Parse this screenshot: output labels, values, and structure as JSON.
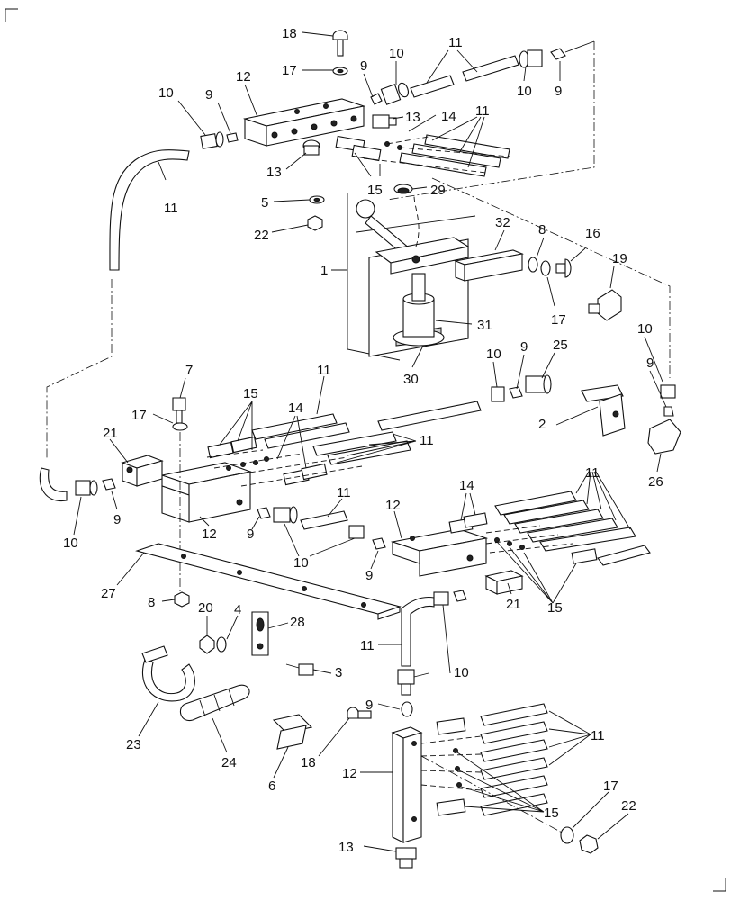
{
  "callouts": [
    {
      "text": "18"
    },
    {
      "text": "17"
    },
    {
      "text": "11"
    },
    {
      "text": "10"
    },
    {
      "text": "9"
    },
    {
      "text": "12"
    },
    {
      "text": "9"
    },
    {
      "text": "10"
    },
    {
      "text": "13"
    },
    {
      "text": "14"
    },
    {
      "text": "11"
    },
    {
      "text": "10"
    },
    {
      "text": "9"
    },
    {
      "text": "13"
    },
    {
      "text": "11"
    },
    {
      "text": "15"
    },
    {
      "text": "29"
    },
    {
      "text": "5"
    },
    {
      "text": "22"
    },
    {
      "text": "1"
    },
    {
      "text": "32"
    },
    {
      "text": "8"
    },
    {
      "text": "16"
    },
    {
      "text": "19"
    },
    {
      "text": "17"
    },
    {
      "text": "31"
    },
    {
      "text": "30"
    },
    {
      "text": "10"
    },
    {
      "text": "7"
    },
    {
      "text": "11"
    },
    {
      "text": "10"
    },
    {
      "text": "9"
    },
    {
      "text": "25"
    },
    {
      "text": "9"
    },
    {
      "text": "15"
    },
    {
      "text": "14"
    },
    {
      "text": "17"
    },
    {
      "text": "21"
    },
    {
      "text": "11"
    },
    {
      "text": "2"
    },
    {
      "text": "26"
    },
    {
      "text": "10"
    },
    {
      "text": "9"
    },
    {
      "text": "12"
    },
    {
      "text": "9"
    },
    {
      "text": "11"
    },
    {
      "text": "10"
    },
    {
      "text": "12"
    },
    {
      "text": "14"
    },
    {
      "text": "11"
    },
    {
      "text": "9"
    },
    {
      "text": "21"
    },
    {
      "text": "15"
    },
    {
      "text": "27"
    },
    {
      "text": "8"
    },
    {
      "text": "20"
    },
    {
      "text": "4"
    },
    {
      "text": "28"
    },
    {
      "text": "3"
    },
    {
      "text": "11"
    },
    {
      "text": "10"
    },
    {
      "text": "9"
    },
    {
      "text": "23"
    },
    {
      "text": "24"
    },
    {
      "text": "6"
    },
    {
      "text": "18"
    },
    {
      "text": "12"
    },
    {
      "text": "11"
    },
    {
      "text": "15"
    },
    {
      "text": "17"
    },
    {
      "text": "22"
    },
    {
      "text": "13"
    }
  ]
}
